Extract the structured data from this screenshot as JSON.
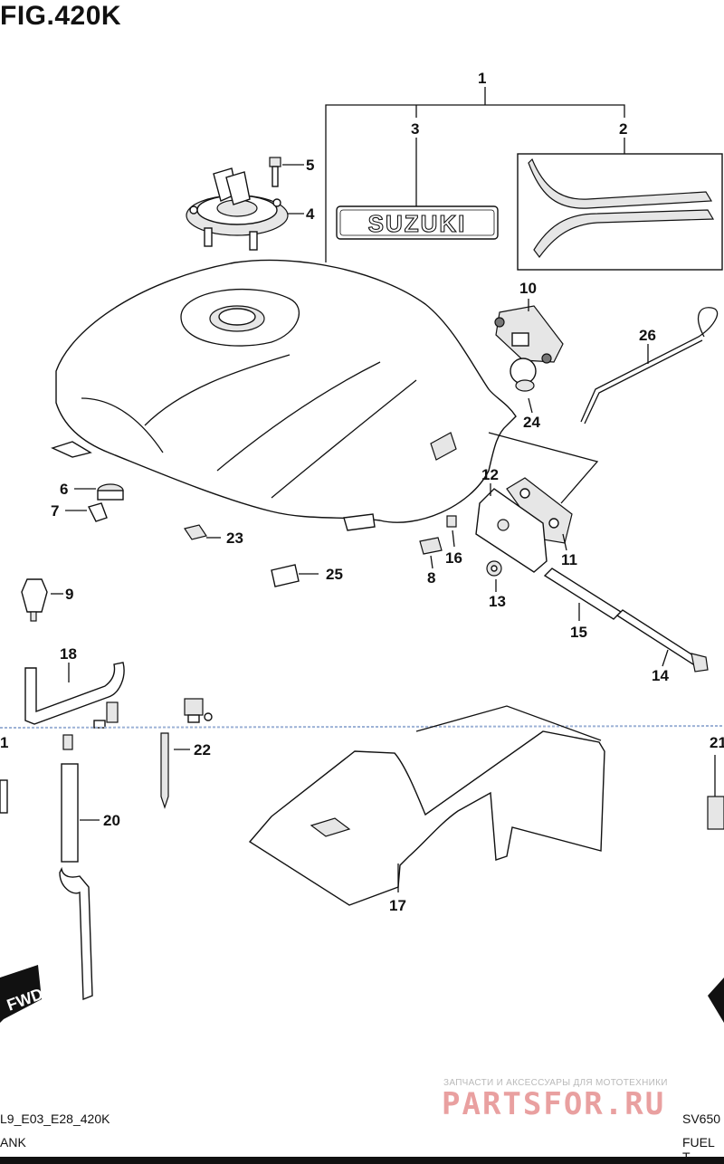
{
  "figure": {
    "title": "FIG.420K"
  },
  "labels": {
    "emblem_text": "SUZUKI",
    "fwd_text": "FWD"
  },
  "callouts": [
    {
      "id": "c1",
      "text": "1"
    },
    {
      "id": "c2",
      "text": "2"
    },
    {
      "id": "c3",
      "text": "3"
    },
    {
      "id": "c4",
      "text": "4"
    },
    {
      "id": "c5",
      "text": "5"
    },
    {
      "id": "c6",
      "text": "6"
    },
    {
      "id": "c7",
      "text": "7"
    },
    {
      "id": "c8",
      "text": "8"
    },
    {
      "id": "c9",
      "text": "9"
    },
    {
      "id": "c10",
      "text": "10"
    },
    {
      "id": "c11",
      "text": "11"
    },
    {
      "id": "c12",
      "text": "12"
    },
    {
      "id": "c13",
      "text": "13"
    },
    {
      "id": "c14",
      "text": "14"
    },
    {
      "id": "c15",
      "text": "15"
    },
    {
      "id": "c16",
      "text": "16"
    },
    {
      "id": "c17",
      "text": "17"
    },
    {
      "id": "c18",
      "text": "18"
    },
    {
      "id": "c20",
      "text": "20"
    },
    {
      "id": "c21",
      "text": "21"
    },
    {
      "id": "c22",
      "text": "22"
    },
    {
      "id": "c23",
      "text": "23"
    },
    {
      "id": "c24",
      "text": "24"
    },
    {
      "id": "c25",
      "text": "25"
    },
    {
      "id": "c26",
      "text": "26"
    },
    {
      "id": "c19",
      "text": "1"
    }
  ],
  "footer": {
    "code": "L9_E03_E28_420K",
    "name": "ANK",
    "model": "SV650",
    "desc": "FUEL T"
  },
  "watermark": {
    "tagline": "ЗАПЧАСТИ И АКСЕССУАРЫ ДЛЯ МОТОТЕХНИКИ",
    "logo": "PARTSFOR.RU"
  }
}
